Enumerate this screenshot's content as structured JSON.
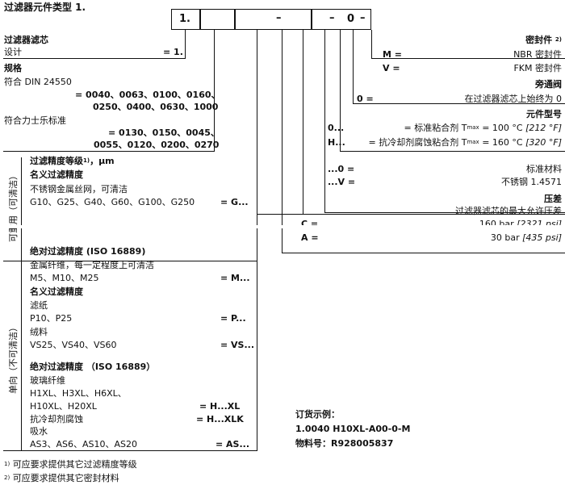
{
  "title": "过滤器元件类型 1.",
  "code_boxes": {
    "box1": "1.",
    "box2": "",
    "box3": "–",
    "box4": "–",
    "box5": "0",
    "box6": "–"
  },
  "left": {
    "filter_element": "过滤器滤芯",
    "design": "设计",
    "design_code": "= 1.",
    "spec": "规格",
    "din": "符合 DIN 24550",
    "din_codes_1": "= 0040、0063、0100、0160、",
    "din_codes_2": "0250、0400、0630、1000",
    "hydac": "符合力士乐标准",
    "hydac_codes_1": "= 0130、0150、0045、",
    "hydac_codes_2": "0055、0120、0200、0270",
    "grade_title": "过滤精度等级",
    "grade_unit": "，μm",
    "nominal": "名义过滤精度",
    "steel_mesh": "不锈钢金属丝网，可清洁",
    "g_list": "G10、G25、G40、G60、G100、G250",
    "g_code": "= G...",
    "absolute": "绝对过滤精度 (ISO 16889)",
    "metal_fiber": "金属纤维，每一定程度上可清洁",
    "m_list": "M5、M10、M25",
    "m_code": "= M...",
    "nominal2": "名义过滤精度",
    "paper": "滤纸",
    "p_list": "P10、P25",
    "p_code": "= P...",
    "fleece": "绒料",
    "vs_list": "VS25、VS40、VS60",
    "vs_code": "= VS...",
    "absolute2": "绝对过滤精度 （ISO 16889）",
    "glass": "玻璃纤维",
    "h_list1": "H1XL、H3XL、H6XL、",
    "h_list2": "H10XL、H20XL",
    "h_code": "= H...XL",
    "coolant": "抗冷却剂腐蚀",
    "hk_code": "= H...XLK",
    "water": "吸水",
    "as_list": "AS3、AS6、AS10、AS20",
    "as_code": "= AS...",
    "reusable": "可重用（可清洁）",
    "single": "单向（不可清洁）"
  },
  "right": {
    "seal": "密封件",
    "m_key": "M =",
    "nbr": "NBR 密封件",
    "v_key": "V =",
    "fkm": "FKM 密封件",
    "bypass": "旁通阀",
    "zero_key": "0 =",
    "bypass_desc": "在过滤器滤芯上始终为 0",
    "element_type": "元件型号",
    "o_key": "0...",
    "o_val": "= 标准粘合剂 T",
    "o_temp": "= 100 °C ",
    "o_temp_f": "[212 °F]",
    "h_key": "H...",
    "h_val": "= 抗冷却剂腐蚀粘合剂 T",
    "h_temp": "= 160 °C ",
    "h_temp_f": "[320 °F]",
    "material": "标准材料",
    "o0_key": "...0 =",
    "v_key2": "...V =",
    "ss": "不锈钢 1.4571",
    "dp": "压差",
    "dp_desc": "过滤器滤芯的最大允许压差",
    "c_key": "C =",
    "c_val": "160 bar ",
    "c_psi": "[2321 psi]",
    "a_key": "A =",
    "a_val": "30 bar ",
    "a_psi": "[435 psi]",
    "max": "max",
    "order_example": "订货示例：",
    "order_code": "1.0040 H10XL-A00-0-M",
    "part_no": "物料号：R928005837"
  },
  "footnotes": {
    "fn1": "可应要求提供其它过滤精度等级",
    "fn2": "可应要求提供其它密封材料",
    "fn1_mark": "1)",
    "fn2_mark": "2)"
  }
}
